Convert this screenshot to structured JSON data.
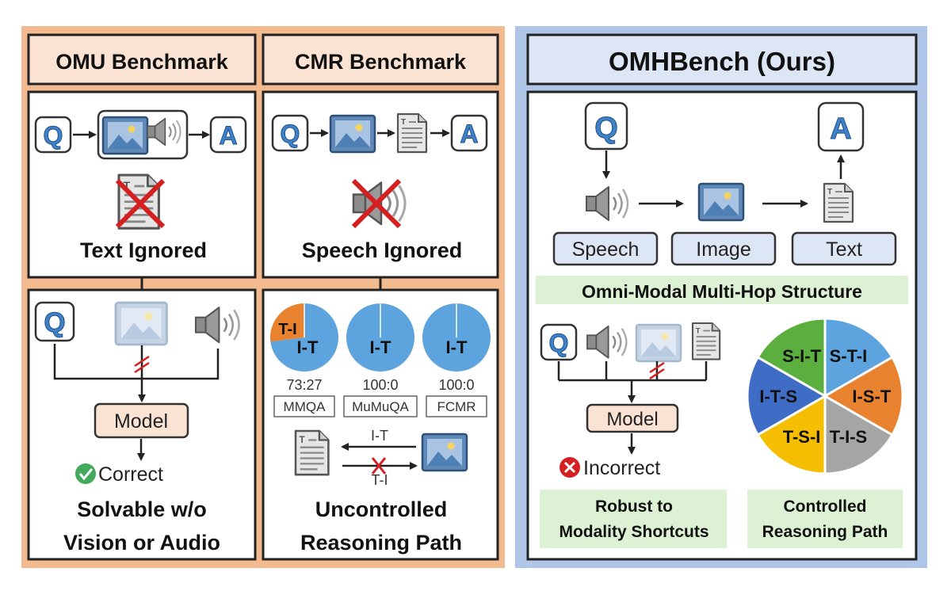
{
  "colors": {
    "left_panel_bg": "#F3B98F",
    "right_panel_bg": "#AFC6E9",
    "header_left_bg": "#FBE3D3",
    "header_right_bg": "#DCE6F4",
    "icon_blue": "#3F82C8",
    "pie_blue": "#5DA3DE",
    "pie_orange": "#E8822F",
    "green_label": "#DDF1D5",
    "red_x": "#D42020",
    "check_green": "#43A95C",
    "slice_green": "#5BAF3E",
    "slice_lightblue": "#5DA3DE",
    "slice_orange": "#E8822F",
    "slice_gray": "#A6A6A6",
    "slice_yellow": "#F6BE00",
    "slice_darkblue": "#3F6CC4"
  },
  "omu": {
    "header": "OMU Benchmark",
    "q_icon": "Q",
    "a_icon": "A",
    "caption_top": "Text Ignored",
    "model_label": "Model",
    "result_label": "Correct",
    "caption_bottom_line1": "Solvable w/o",
    "caption_bottom_line2": "Vision or Audio"
  },
  "cmr": {
    "header": "CMR Benchmark",
    "q_icon": "Q",
    "a_icon": "A",
    "caption_top": "Speech Ignored",
    "datasets": [
      {
        "name": "MMQA",
        "ratio": "73:27",
        "it_share": 73,
        "ti_share": 27,
        "it_label": "I-T",
        "ti_label": "T-I"
      },
      {
        "name": "MuMuQA",
        "ratio": "100:0",
        "it_share": 100,
        "ti_share": 0,
        "it_label": "I-T",
        "ti_label": ""
      },
      {
        "name": "FCMR",
        "ratio": "100:0",
        "it_share": 100,
        "ti_share": 0,
        "it_label": "I-T",
        "ti_label": ""
      }
    ],
    "arrow_top_label": "I-T",
    "arrow_bottom_label": "T-I",
    "caption_bottom_line1": "Uncontrolled",
    "caption_bottom_line2": "Reasoning Path"
  },
  "omh": {
    "header": "OMHBench (Ours)",
    "q_icon": "Q",
    "a_icon": "A",
    "speech_label": "Speech",
    "image_label": "Image",
    "text_label": "Text",
    "structure_label": "Omni-Modal Multi-Hop Structure",
    "model_label": "Model",
    "result_label": "Incorrect",
    "robust_line1": "Robust to",
    "robust_line2": "Modality Shortcuts",
    "controlled_line1": "Controlled",
    "controlled_line2": "Reasoning Path",
    "pie_slices": [
      "S-I-T",
      "S-T-I",
      "I-S-T",
      "T-I-S",
      "T-S-I",
      "I-T-S"
    ]
  }
}
